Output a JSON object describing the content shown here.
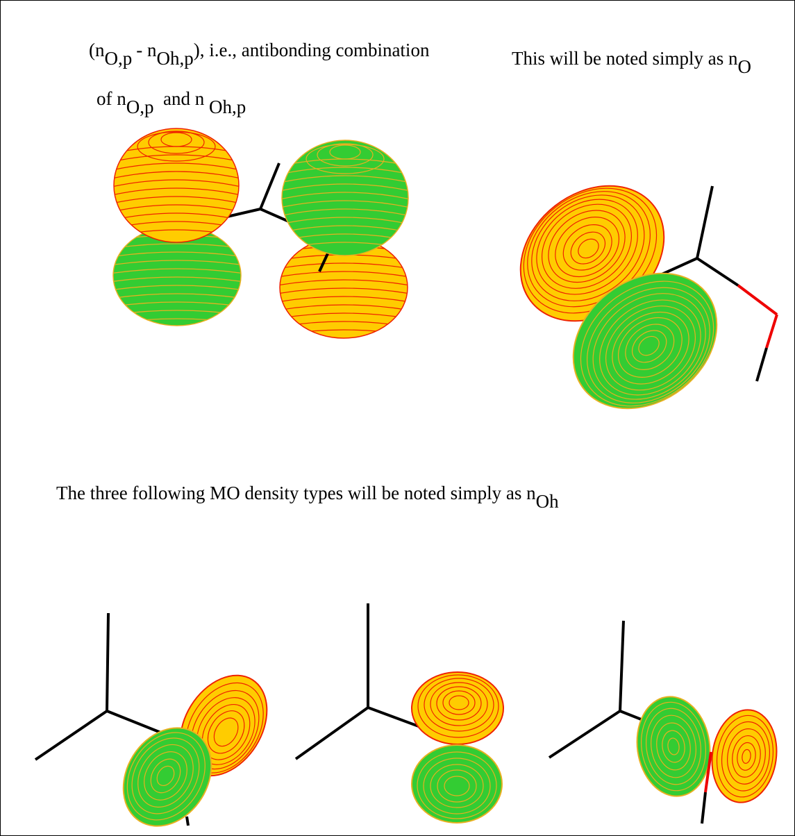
{
  "top_left": {
    "line1": {
      "open": "(n",
      "sub1": "O,p",
      "mid": "- n",
      "sub2": "Oh,p",
      "close": "), i.e., antibonding combination"
    },
    "line2": {
      "pre": "of n",
      "sub1": "O,p",
      "mid": "and n",
      "sub2": "Oh,p"
    }
  },
  "top_right": {
    "pre": "This will be noted simply as n",
    "sub": "O"
  },
  "middle": {
    "pre": "The three following MO density types will be noted simply as n",
    "sub": "Oh"
  },
  "colors": {
    "positive_lobe": "#ffcc00",
    "negative_lobe": "#33cc33",
    "contour_on_positive": "#ee2200",
    "contour_on_negative": "#e8b020",
    "bond": "#000000",
    "oxygen_bond": "#ee0000"
  }
}
